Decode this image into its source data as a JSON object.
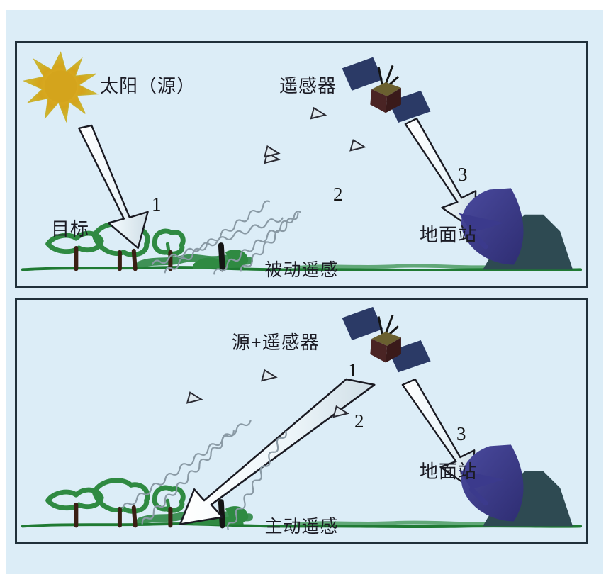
{
  "figure": {
    "background_color": "#dcedf7",
    "page_color": "#ffffff",
    "border_color": "#20303a"
  },
  "palette": {
    "sky": "#dcedf7",
    "sun_outer": "#d6c33a",
    "sun_inner": "#d9a41d",
    "satellite_panel": "#2b3a66",
    "satellite_body": "#4a2424",
    "satellite_top": "#6a6030",
    "dish": "#3b3a8c",
    "station_building": "#2e4a52",
    "grass": "#1f7a33",
    "tree_outline": "#2f8a42",
    "trunk": "#3a1f14",
    "arrow_fill": "#eef6fa",
    "arrow_stroke": "#1a1a22",
    "wave_stroke": "#7d8e99",
    "text": "#1b1b24"
  },
  "panels": [
    {
      "id": "passive",
      "caption": "被动遥感",
      "labels": {
        "source": "太阳（源）",
        "sensor": "遥感器",
        "target": "目标",
        "station": "地面站"
      },
      "numbers": [
        "1",
        "2",
        "3"
      ],
      "elements": {
        "sun": "sun-icon",
        "satellite": "satellite-icon",
        "dish": "ground-station-dish",
        "building": "ground-station-building",
        "trees": "target-trees",
        "ground": "ground-line"
      },
      "arrows": [
        {
          "name": "incident-solar-arrow",
          "number": "1",
          "style": "block-outline"
        },
        {
          "name": "reflected-radiation-waves",
          "number": "2",
          "style": "sinusoidal-waves"
        },
        {
          "name": "downlink-arrow",
          "number": "3",
          "style": "block-outline"
        }
      ]
    },
    {
      "id": "active",
      "caption": "主动遥感",
      "labels": {
        "source": "源+遥感器",
        "station": "地面站"
      },
      "numbers": [
        "1",
        "2",
        "3"
      ],
      "elements": {
        "satellite": "satellite-icon",
        "dish": "ground-station-dish",
        "building": "ground-station-building",
        "trees": "target-trees",
        "ground": "ground-line"
      },
      "arrows": [
        {
          "name": "emitted-signal-arrow",
          "number": "1",
          "style": "block-outline"
        },
        {
          "name": "backscatter-waves",
          "number": "2",
          "style": "sinusoidal-waves"
        },
        {
          "name": "downlink-arrow",
          "number": "3",
          "style": "block-outline"
        }
      ]
    }
  ]
}
